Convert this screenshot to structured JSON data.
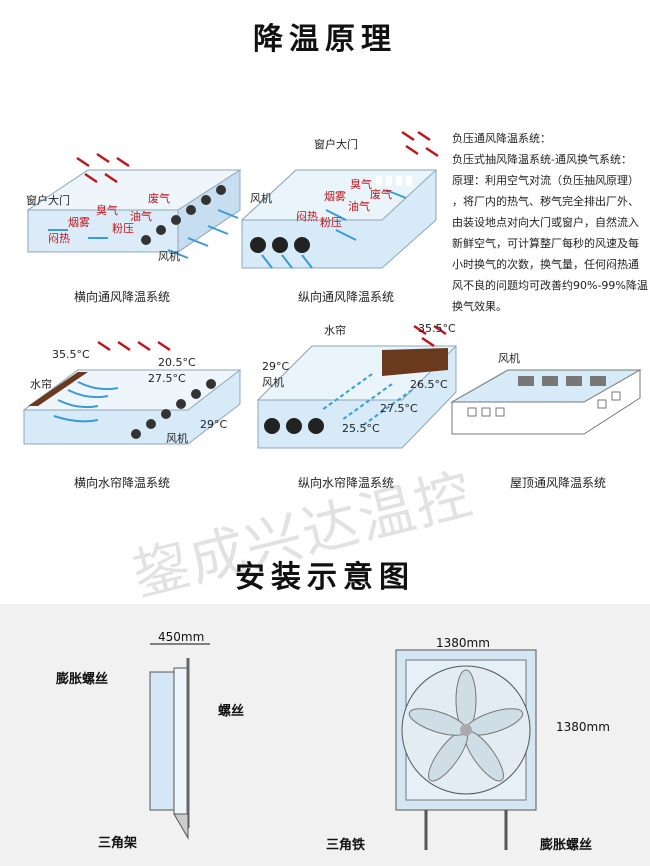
{
  "title_cooling": "降温原理",
  "title_install": "安装示意图",
  "watermark": "鋆成兴达温控",
  "diagrams": {
    "d1": {
      "caption": "横向通风降温系统",
      "labels": {
        "window_door": "窗户大门",
        "smoke": "烟雾",
        "hot": "闷热",
        "stink": "臭气",
        "oil": "油气",
        "dust": "粉压",
        "waste": "废气",
        "fan": "风机"
      }
    },
    "d2": {
      "caption": "纵向通风降温系统",
      "labels": {
        "window_door": "窗户大门",
        "fan": "风机",
        "stink": "臭气",
        "waste": "废气",
        "smoke": "烟雾",
        "oil": "油气",
        "hot": "闷热",
        "dust": "粉压"
      }
    },
    "d3": {
      "caption": "横向水帘降温系统",
      "labels": {
        "t1": "35.5°C",
        "t2": "20.5°C",
        "t3": "27.5°C",
        "t4": "29°C",
        "curtain": "水帘",
        "fan": "风机"
      }
    },
    "d4": {
      "caption": "纵向水帘降温系统",
      "labels": {
        "curtain": "水帘",
        "t1": "35.5°C",
        "t2": "29°C",
        "fan": "风机",
        "t3": "26.5°C",
        "t4": "27.5°C",
        "t5": "25.5°C"
      }
    },
    "d5": {
      "caption": "屋顶通风降温系统",
      "labels": {
        "fan": "风机"
      }
    }
  },
  "description": {
    "lines": [
      "负压通风降温系统：",
      "负压式抽风降温系统-通风换气系统：",
      "原理：利用空气对流（负压抽风原理）",
      "，将厂内的热气、秽气完全排出厂外、",
      "由装设地点对向大门或窗户，自然流入",
      "新鲜空气，可计算整厂每秒的风速及每",
      "小时换气的次数，换气量，任何闷热通",
      "风不良的问题均可改善约90%-99%降温",
      "换气效果。"
    ]
  },
  "install": {
    "side": {
      "width_label": "450mm",
      "expansion_screw": "膨胀螺丝",
      "screw": "螺丝",
      "bracket": "三角架"
    },
    "front": {
      "width_label": "1380mm",
      "height_label": "1380mm",
      "angle_iron": "三角铁",
      "expansion_screw": "膨胀螺丝"
    }
  },
  "colors": {
    "accent_red": "#c0151a",
    "building_blue": "#d6eaf7",
    "curtain_brown": "#6b3a1e",
    "arrow_blue": "#3a9bd6"
  }
}
